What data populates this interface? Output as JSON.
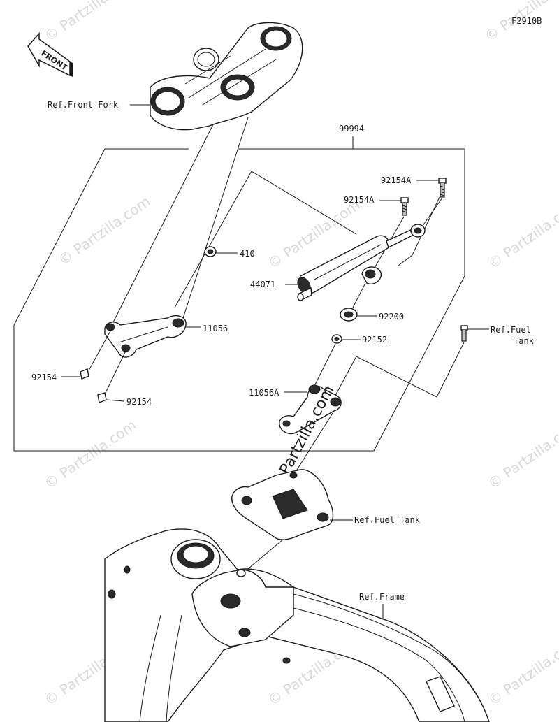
{
  "figure_code": "F2910B",
  "front_arrow_label": "FRONT",
  "watermark": "© Partzilla.com",
  "watermark_main": "©Partzilla.com",
  "labels": {
    "ref_front_fork": "Ref.Front Fork",
    "assembly_99994": "99994",
    "bolt_92154A_1": "92154A",
    "bolt_92154A_2": "92154A",
    "collar_410": "410",
    "damper_44071": "44071",
    "bracket_11056": "11056",
    "washer_92200": "92200",
    "collar_92152": "92152",
    "ref_fuel_tank_1_line1": "Ref.Fuel",
    "ref_fuel_tank_1_line2": "Tank",
    "bolt_92154_1": "92154",
    "bolt_92154_2": "92154",
    "bracket_11056A": "11056A",
    "ref_fuel_tank_2": "Ref.Fuel Tank",
    "ref_frame": "Ref.Frame"
  }
}
